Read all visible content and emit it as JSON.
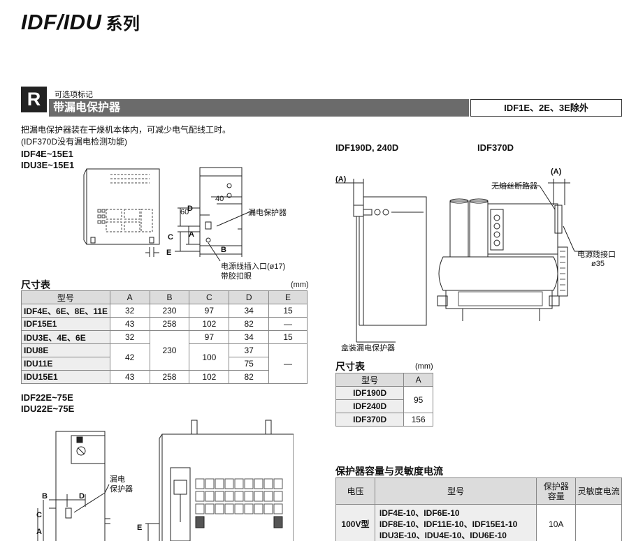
{
  "header": {
    "series_latin": "IDF/IDU",
    "series_cn": "系列"
  },
  "section": {
    "badge": "R",
    "option_label": "可选项标记",
    "title": "带漏电保护器",
    "exception": "IDF1E、2E、3E除外",
    "description_1": "把漏电保护器装在干燥机本体内，可减少电气配线工时。",
    "description_2": "(IDF370D没有漏电检测功能)"
  },
  "left_group": {
    "models_line1": "IDF4E~15E1",
    "models_line2": "IDU3E~15E1",
    "labels": {
      "dim_60": "60",
      "dim_40": "40",
      "dim_D": "D",
      "dim_A": "A",
      "dim_C": "C",
      "dim_B": "B",
      "dim_E": "E",
      "leakage_breaker": "漏电保护器",
      "cable_inlet": "电源线插入口(ø17)",
      "grommet": "带胶扣眼"
    },
    "table_title": "尺寸表",
    "unit": "(mm)",
    "table": {
      "headers": [
        "型号",
        "A",
        "B",
        "C",
        "D",
        "E"
      ],
      "rows": [
        {
          "model": "IDF4E、6E、8E、11E",
          "A": "32",
          "B": "230",
          "C": "97",
          "D": "34",
          "E": "15"
        },
        {
          "model": "IDF15E1",
          "A": "43",
          "B": "258",
          "C": "102",
          "D": "82",
          "E": "—"
        },
        {
          "model": "IDU3E、4E、6E",
          "A": "32",
          "B": "230",
          "C": "97",
          "D": "34",
          "E": "15"
        },
        {
          "model": "IDU8E",
          "A": "42",
          "C": "100",
          "D": "37",
          "E": "—"
        },
        {
          "model": "IDU11E",
          "D": "75"
        },
        {
          "model": "IDU15E1",
          "A": "43",
          "B": "258",
          "C": "102",
          "D": "82"
        }
      ]
    }
  },
  "lower_left": {
    "models_line1": "IDF22E~75E",
    "models_line2": "IDU22E~75E",
    "labels": {
      "leakage_l1": "漏电",
      "leakage_l2": "保护器",
      "dim_B": "B",
      "dim_D": "D",
      "dim_C": "C",
      "dim_A": "A",
      "dim_E": "E"
    }
  },
  "right_group": {
    "model_190_240": "IDF190D, 240D",
    "model_370": "IDF370D",
    "labels": {
      "dim_A_left": "(A)",
      "dim_A_right": "(A)",
      "no_fuse_breaker": "无熔丝断路器",
      "cable_port": "电源线接口",
      "cable_port_dia": "ø35",
      "boxed_breaker": "盒装漏电保护器"
    },
    "table_title": "尺寸表",
    "unit": "(mm)",
    "table": {
      "headers": [
        "型号",
        "A"
      ],
      "rows": [
        {
          "model": "IDF190D",
          "A": "95"
        },
        {
          "model": "IDF240D"
        },
        {
          "model": "IDF370D",
          "A": "156"
        }
      ]
    }
  },
  "protection": {
    "title": "保护器容量与灵敏度电流",
    "headers": {
      "voltage": "电压",
      "model": "型号",
      "capacity_l1": "保护器",
      "capacity_l2": "容量",
      "sensitivity": "灵敏度电流"
    },
    "rows": [
      {
        "voltage": "100V型",
        "model_l1": "IDF4E-10、IDF6E-10",
        "model_l2": "IDF8E-10、IDF11E-10、IDF15E1-10",
        "model_l3": "IDU3E-10、IDU4E-10、IDU6E-10",
        "capacity": "10A"
      }
    ]
  }
}
